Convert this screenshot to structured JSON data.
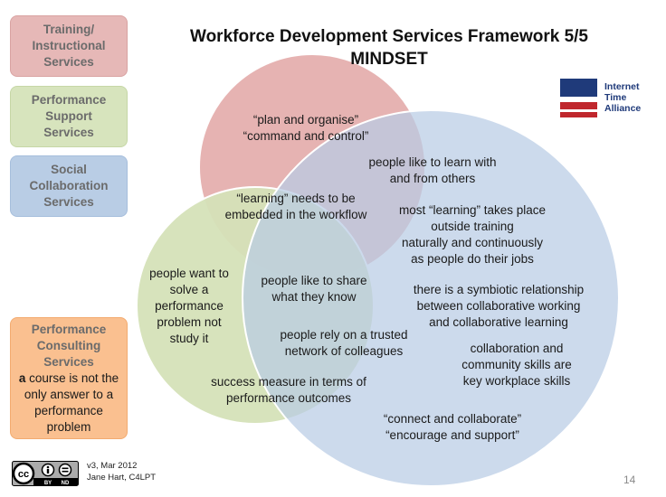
{
  "title": {
    "line1": "Workforce Development Services Framework 5/5",
    "line2": "MINDSET"
  },
  "service_boxes": {
    "training": [
      "Training/",
      "Instructional",
      "Services"
    ],
    "performance_support": [
      "Performance",
      "Support",
      "Services"
    ],
    "social": [
      "Social",
      "Collaboration",
      "Services"
    ],
    "consulting": {
      "heading": [
        "Performance",
        "Consulting",
        "Services"
      ],
      "note_bold": "a",
      "note_lines": [
        " course is not the",
        "only answer to a",
        "performance",
        "problem"
      ]
    }
  },
  "logo": {
    "line1": "Internet",
    "line2": "Time",
    "line3": "Alliance"
  },
  "venn": {
    "colors": {
      "red_circle": "#e6b3b2",
      "green_circle": "#d5e2b8",
      "blue_circle": "#b8cce4",
      "circle_stroke": "#ffffff"
    },
    "red_only": [
      "“plan and organise”",
      "“command and control”"
    ],
    "red_green": [
      "“learning” needs to be",
      "embedded in the workflow"
    ],
    "red_blue": [
      "people  like to learn with",
      "and from others"
    ],
    "green_only": [
      "people want to",
      "solve a",
      "performance",
      "problem not",
      "study it"
    ],
    "green_blue_share": [
      "people  like to share",
      "what they know"
    ],
    "green_blue_trusted": [
      "people  rely on a trusted",
      "network of colleagues"
    ],
    "green_blue_measure": [
      "success measure in terms of",
      "performance outcomes"
    ],
    "blue_learning": [
      "most “learning” takes place",
      "outside  training",
      "naturally and continuously",
      "as people  do their jobs"
    ],
    "blue_symbiotic": [
      "there is a symbiotic relationship",
      "between collaborative working",
      "and  collaborative learning"
    ],
    "blue_skills": [
      "collaboration and",
      "community skills are",
      "key workplace skills"
    ],
    "blue_connect": [
      "“connect and collaborate”",
      "“encourage and support”"
    ]
  },
  "footer": {
    "cc_labels": [
      "cc",
      "BY",
      "ND"
    ],
    "version": "v3, Mar 2012",
    "author": "Jane Hart,  C4LPT",
    "page_number": "14"
  }
}
